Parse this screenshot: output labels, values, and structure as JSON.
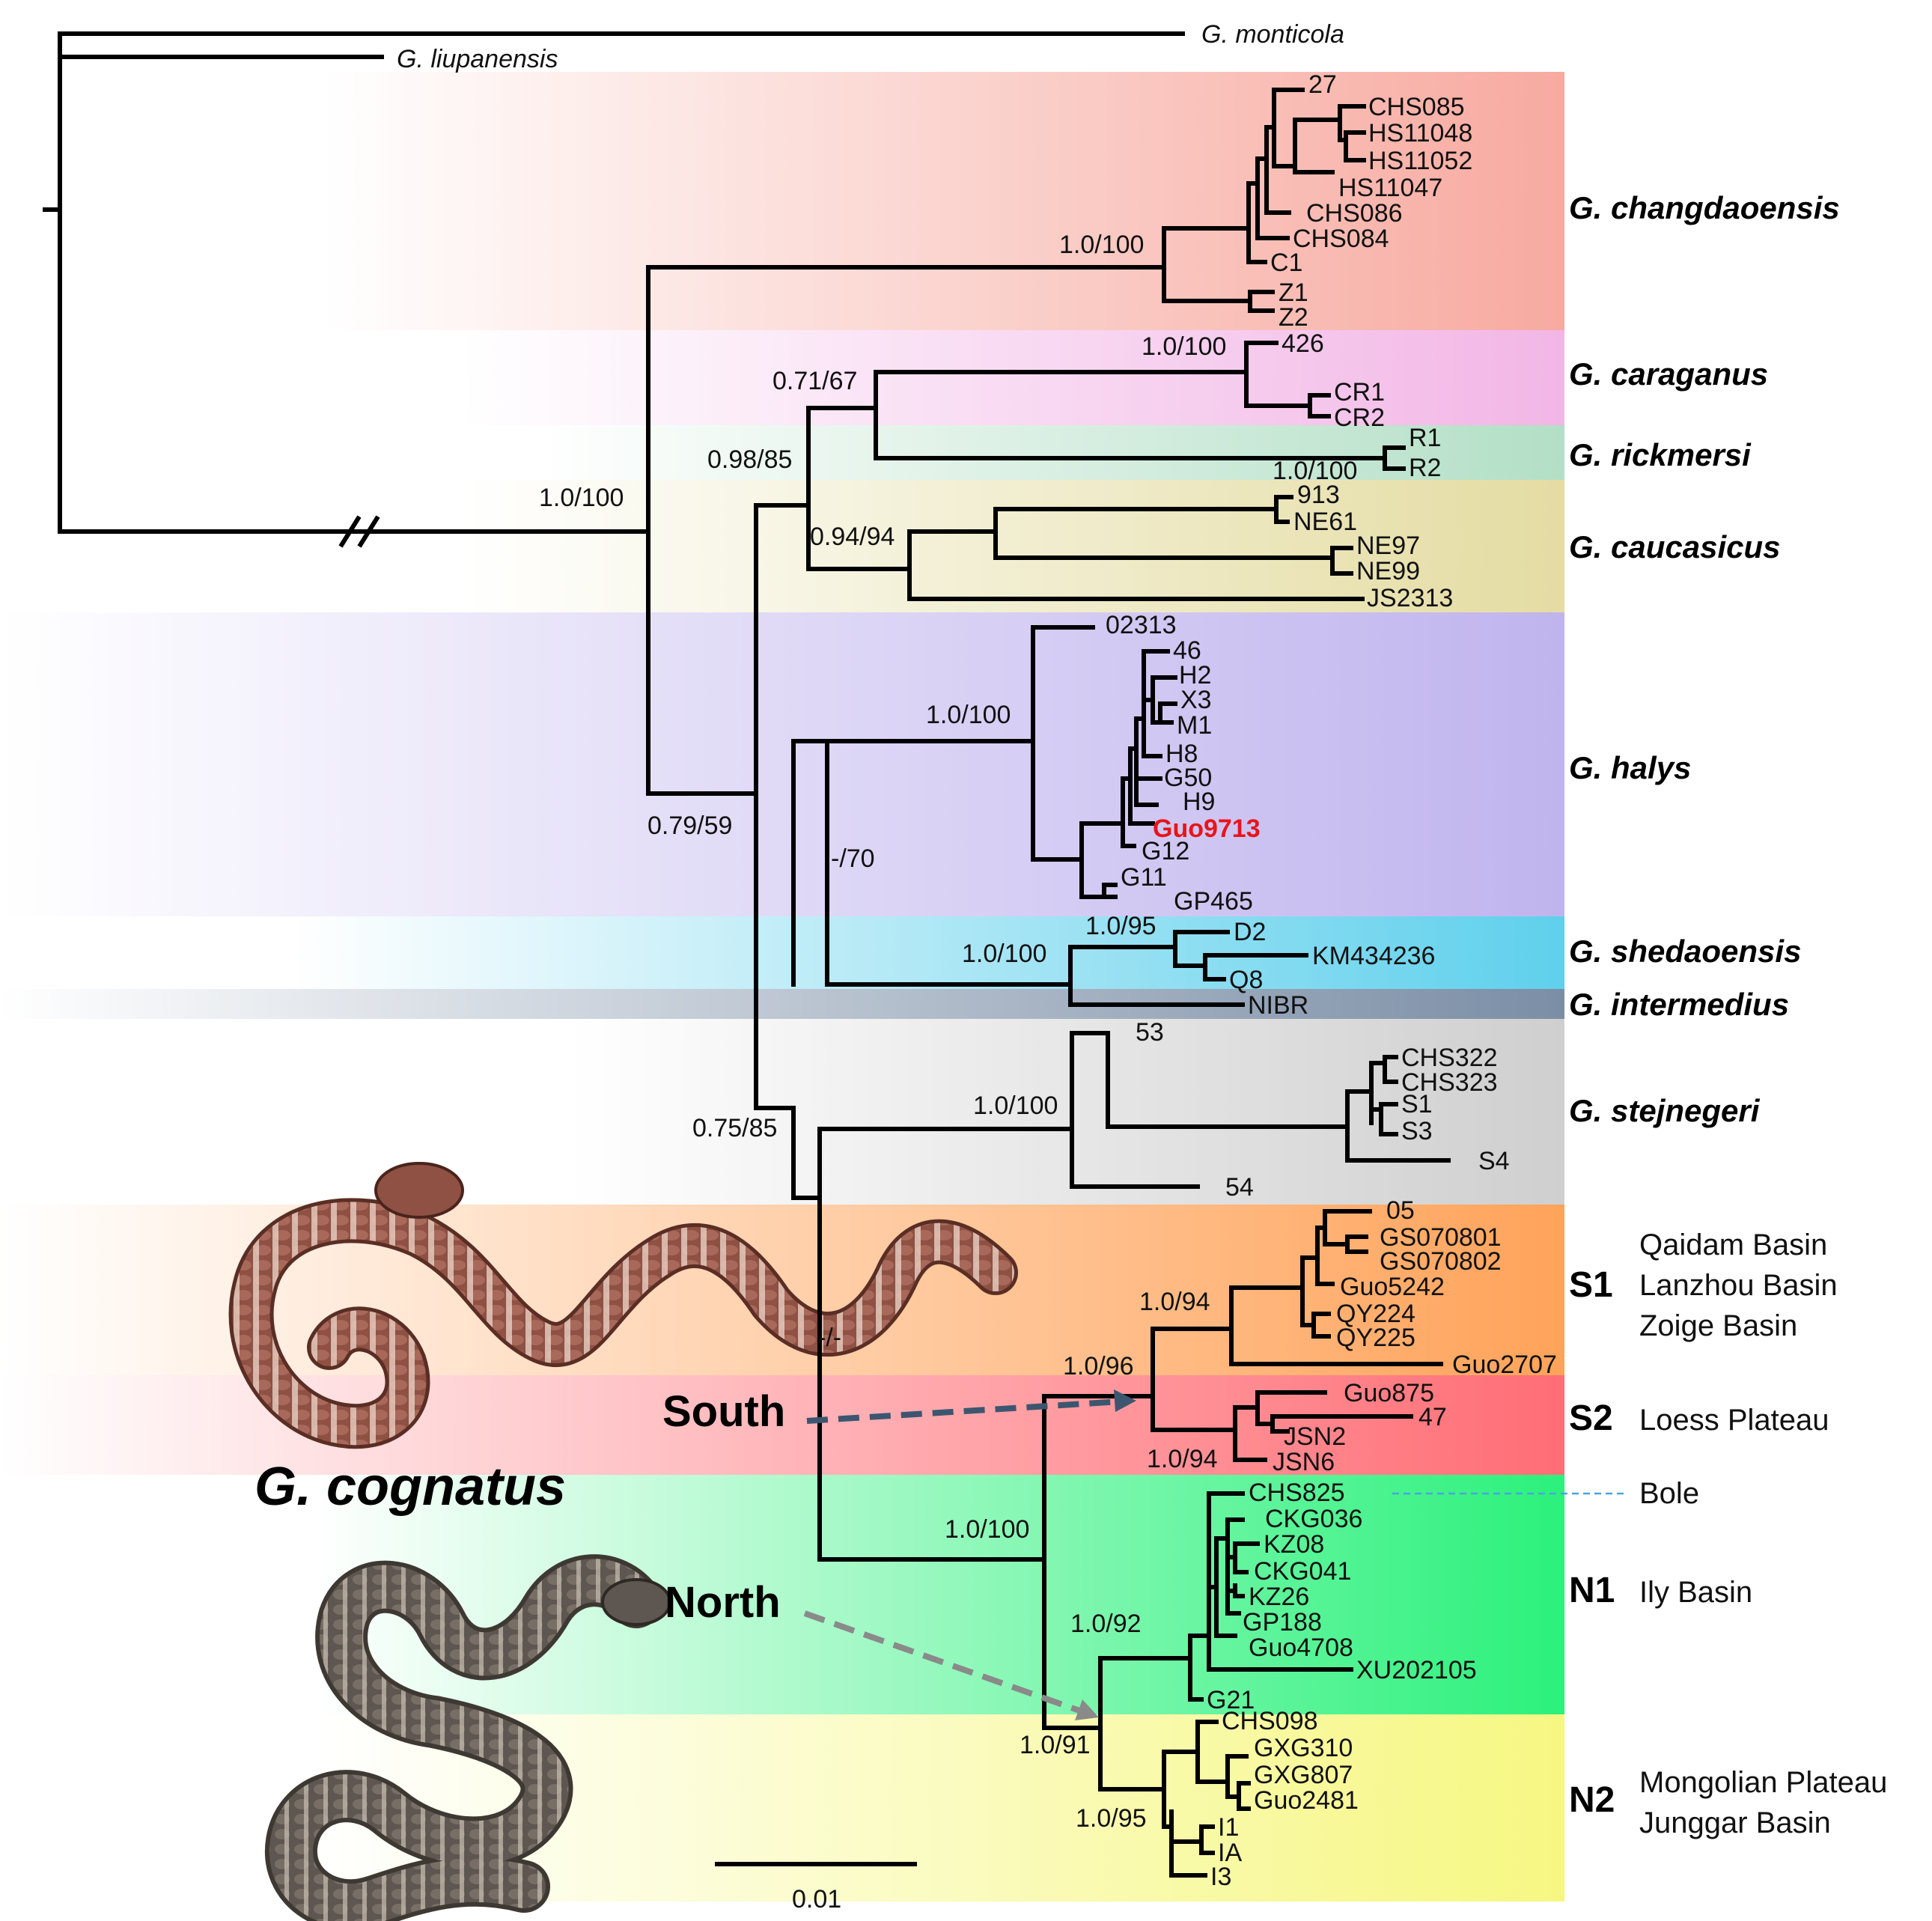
{
  "tree": {
    "outgroups": [
      "G. monticola",
      "G. liupanensis"
    ],
    "highlight_color": "#e8141b",
    "support_values": {
      "root_ingroup": "1.0/100",
      "changdaoensis": "1.0/100",
      "caraganus": "1.0/100",
      "car_rick": "0.71/67",
      "rickmersi": "1.0/100",
      "crc": "0.98/85",
      "caucasicus": "0.94/94",
      "halys": "1.0/100",
      "shed_inter": "1.0/100",
      "shedaoensis": "1.0/95",
      "halys_shed": "-/70",
      "stejnegeri": "1.0/100",
      "rest": "0.79/59",
      "south_north": "-/-",
      "cognatus": "1.0/100",
      "south": "1.0/96",
      "s1": "1.0/94",
      "s2": "1.0/94",
      "north": "1.0/91",
      "n1": "1.0/92",
      "n2": "1.0/95",
      "steg_cog": "0.75/85"
    },
    "tips": {
      "changdaoensis": [
        "27",
        "CHS085",
        "HS11048",
        "HS11052",
        "HS11047",
        "CHS086",
        "CHS084",
        "C1",
        "Z1",
        "Z2"
      ],
      "caraganus": [
        "426",
        "CR1",
        "CR2"
      ],
      "rickmersi": [
        "R1",
        "R2"
      ],
      "caucasicus": [
        "913",
        "NE61",
        "NE97",
        "NE99",
        "JS2313"
      ],
      "halys": [
        "02313",
        "46",
        "H2",
        "X3",
        "M1",
        "H8",
        "G50",
        "H9",
        "Guo9713",
        "G12",
        "G11",
        "GP465"
      ],
      "shedaoensis": [
        "D2",
        "KM434236",
        "Q8"
      ],
      "intermedius": [
        "NIBR"
      ],
      "stejnegeri": [
        "53",
        "CHS322",
        "CHS323",
        "S1",
        "S3",
        "S4",
        "54"
      ],
      "s1": [
        "05",
        "GS070801",
        "GS070802",
        "Guo5242",
        "QY224",
        "QY225",
        "Guo2707"
      ],
      "s2": [
        "Guo875",
        "47",
        "JSN2",
        "JSN6"
      ],
      "n1": [
        "CHS825",
        "CKG036",
        "KZ08",
        "CKG041",
        "KZ26",
        "GP188",
        "Guo4708",
        "XU202105",
        "G21"
      ],
      "n2": [
        "CHS098",
        "GXG310",
        "GXG807",
        "Guo2481",
        "I1",
        "IA",
        "I3"
      ]
    }
  },
  "clades": {
    "changdaoensis": {
      "label": "G. changdaoensis",
      "color": "#f7aaa0"
    },
    "caraganus": {
      "label": "G. caraganus",
      "color": "#f2b6e6"
    },
    "rickmersi": {
      "label": "G. rickmersi",
      "color": "#b3dfc6"
    },
    "caucasicus": {
      "label": "G. caucasicus",
      "color": "#e4dca2"
    },
    "halys": {
      "label": "G. halys",
      "color": "#c0b4ee"
    },
    "shedaoensis": {
      "label": "G. shedaoensis",
      "color": "#5fd0ec"
    },
    "intermedius": {
      "label": "G. intermedius",
      "color": "#7b8ea6"
    },
    "stejnegeri": {
      "label": "G. stejnegeri",
      "color": "#cfcfcf"
    }
  },
  "lineages": {
    "s1": {
      "label": "S1",
      "regions": [
        "Qaidam Basin",
        "Lanzhou Basin",
        "Zoige Basin"
      ],
      "color": "#ffa35a"
    },
    "s2": {
      "label": "S2",
      "regions": [
        "Loess Plateau"
      ],
      "color": "#ff6d75"
    },
    "n1": {
      "label": "N1",
      "regions": [
        "Ily Basin"
      ],
      "color": "#2bf17b"
    },
    "n2": {
      "label": "N2",
      "regions": [
        "Mongolian Plateau",
        "Junggar Basin"
      ],
      "color": "#f6f782"
    },
    "bole": "Bole"
  },
  "species_label": "G. cognatus",
  "group_labels": {
    "south": "South",
    "north": "North"
  },
  "scale_bar": {
    "label": "0.01"
  },
  "arrow_colors": {
    "south": "#3d5670",
    "north": "#8a8a8a",
    "bole": "#4aa3df"
  }
}
